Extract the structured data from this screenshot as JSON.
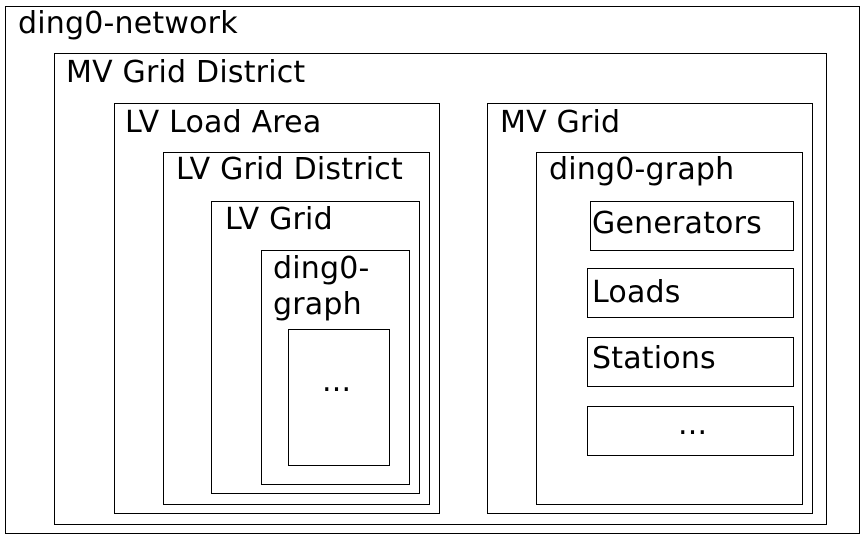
{
  "network": {
    "label": "ding0-network"
  },
  "mv_grid_district": {
    "label": "MV Grid District"
  },
  "lv_load_area": {
    "label": "LV Load Area"
  },
  "lv_grid_district": {
    "label": "LV Grid District"
  },
  "lv_grid": {
    "label": "LV Grid"
  },
  "lv_graph": {
    "label_line1": "ding0-",
    "label_line2": "graph",
    "inner_label": "..."
  },
  "mv_grid": {
    "label": "MV Grid"
  },
  "mv_graph": {
    "label": "ding0-graph",
    "items": [
      "Generators",
      "Loads",
      "Stations",
      "..."
    ]
  }
}
